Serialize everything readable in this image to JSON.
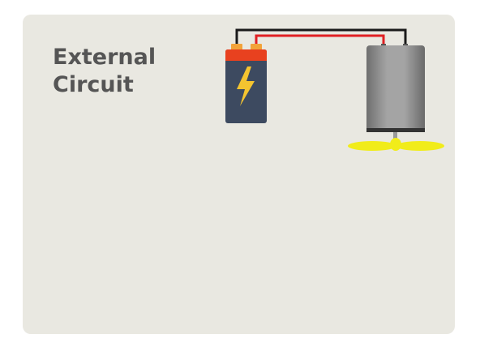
{
  "title": {
    "line1": "External",
    "line2": "Circuit"
  },
  "diagram": {
    "components": {
      "battery": {
        "icon": "lightning-bolt-icon"
      },
      "motor": {
        "icon": "dc-motor-icon"
      },
      "propeller": {
        "icon": "propeller-icon"
      }
    },
    "wires": [
      {
        "name": "negative-wire",
        "color": "#1a1a1a"
      },
      {
        "name": "positive-wire",
        "color": "#e02024"
      }
    ],
    "colors": {
      "panel": "#e9e8e1",
      "battery_body": "#3d4a60",
      "battery_cap": "#e8411f",
      "battery_terminal": "#f2a33a",
      "bolt": "#f4c430",
      "motor_gray": "#8f8f8f",
      "propeller": "#f1ec1a"
    }
  }
}
